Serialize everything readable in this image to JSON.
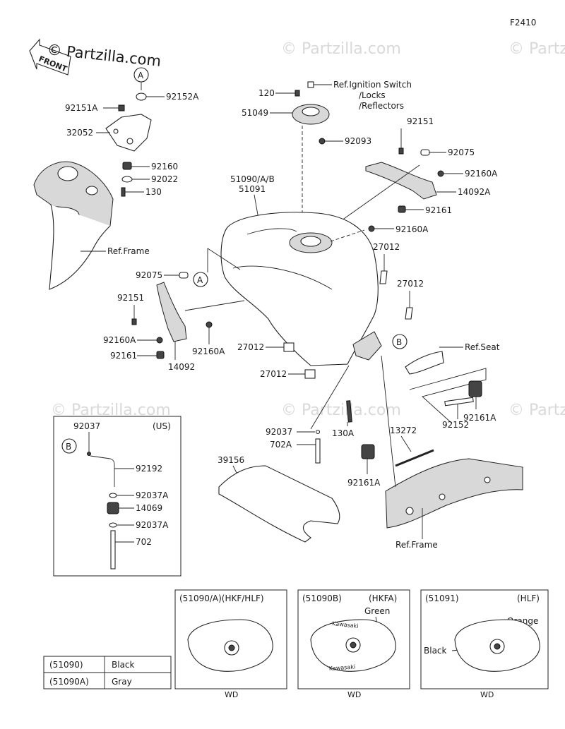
{
  "figure_code": "F2410",
  "watermark": "© Partzilla.com",
  "logo_text": "© Partzilla.com",
  "front_arrow": "FRONT",
  "callouts": {
    "a": "A",
    "b": "B"
  },
  "labels": {
    "ignition_ref_1": "Ref.Ignition Switch",
    "ignition_ref_2": "/Locks",
    "ignition_ref_3": "/Reflectors",
    "p120": "120",
    "p51049": "51049",
    "p92093": "92093",
    "p92151_top": "92151",
    "p92075_top": "92075",
    "p92160A_top": "92160A",
    "p14092A": "14092A",
    "p92161_top": "92161",
    "p92160A_mid": "92160A",
    "p51090": "51090/A/B",
    "p51091": "51091",
    "p92151A": "92151A",
    "p92152A": "92152A",
    "p32052": "32052",
    "p92160": "92160",
    "p92022": "92022",
    "p130_top": "130",
    "ref_frame_top": "Ref.Frame",
    "p92075_left": "92075",
    "p92151_left": "92151",
    "p92160A_left": "92160A",
    "p92161_left": "92161",
    "p14092": "14092",
    "p92160A_low": "92160A",
    "p27012_a": "27012",
    "p27012_b": "27012",
    "p27012_c": "27012",
    "p27012_d": "27012",
    "ref_seat": "Ref.Seat",
    "p92037_mid": "92037",
    "p702A": "702A",
    "p130_mid": "130A",
    "p13272": "13272",
    "p92152": "92152",
    "p92161A_r": "92161A",
    "p92161A_l": "92161A",
    "p39156": "39156",
    "ref_frame_bottom": "Ref.Frame"
  },
  "us_box": {
    "title": "(US)",
    "p92037": "92037",
    "p92192": "92192",
    "p92037A_1": "92037A",
    "p14069": "14069",
    "p92037A_2": "92037A",
    "p702": "702"
  },
  "color_table": [
    {
      "code": "(51090)",
      "color": "Black"
    },
    {
      "code": "(51090A)",
      "color": "Gray"
    }
  ],
  "variants": [
    {
      "model": "(51090/A)(HKF/HLF)",
      "marker": "",
      "note": "",
      "caption": "WD"
    },
    {
      "model": "(51090B)",
      "marker": "(HKFA)",
      "note": "Green",
      "caption": "WD",
      "decal_1": "Kawasaki",
      "decal_2": "Kawasaki"
    },
    {
      "model": "(51091)",
      "marker": "(HLF)",
      "note": "Orange",
      "note2": "Black",
      "caption": "WD"
    }
  ]
}
